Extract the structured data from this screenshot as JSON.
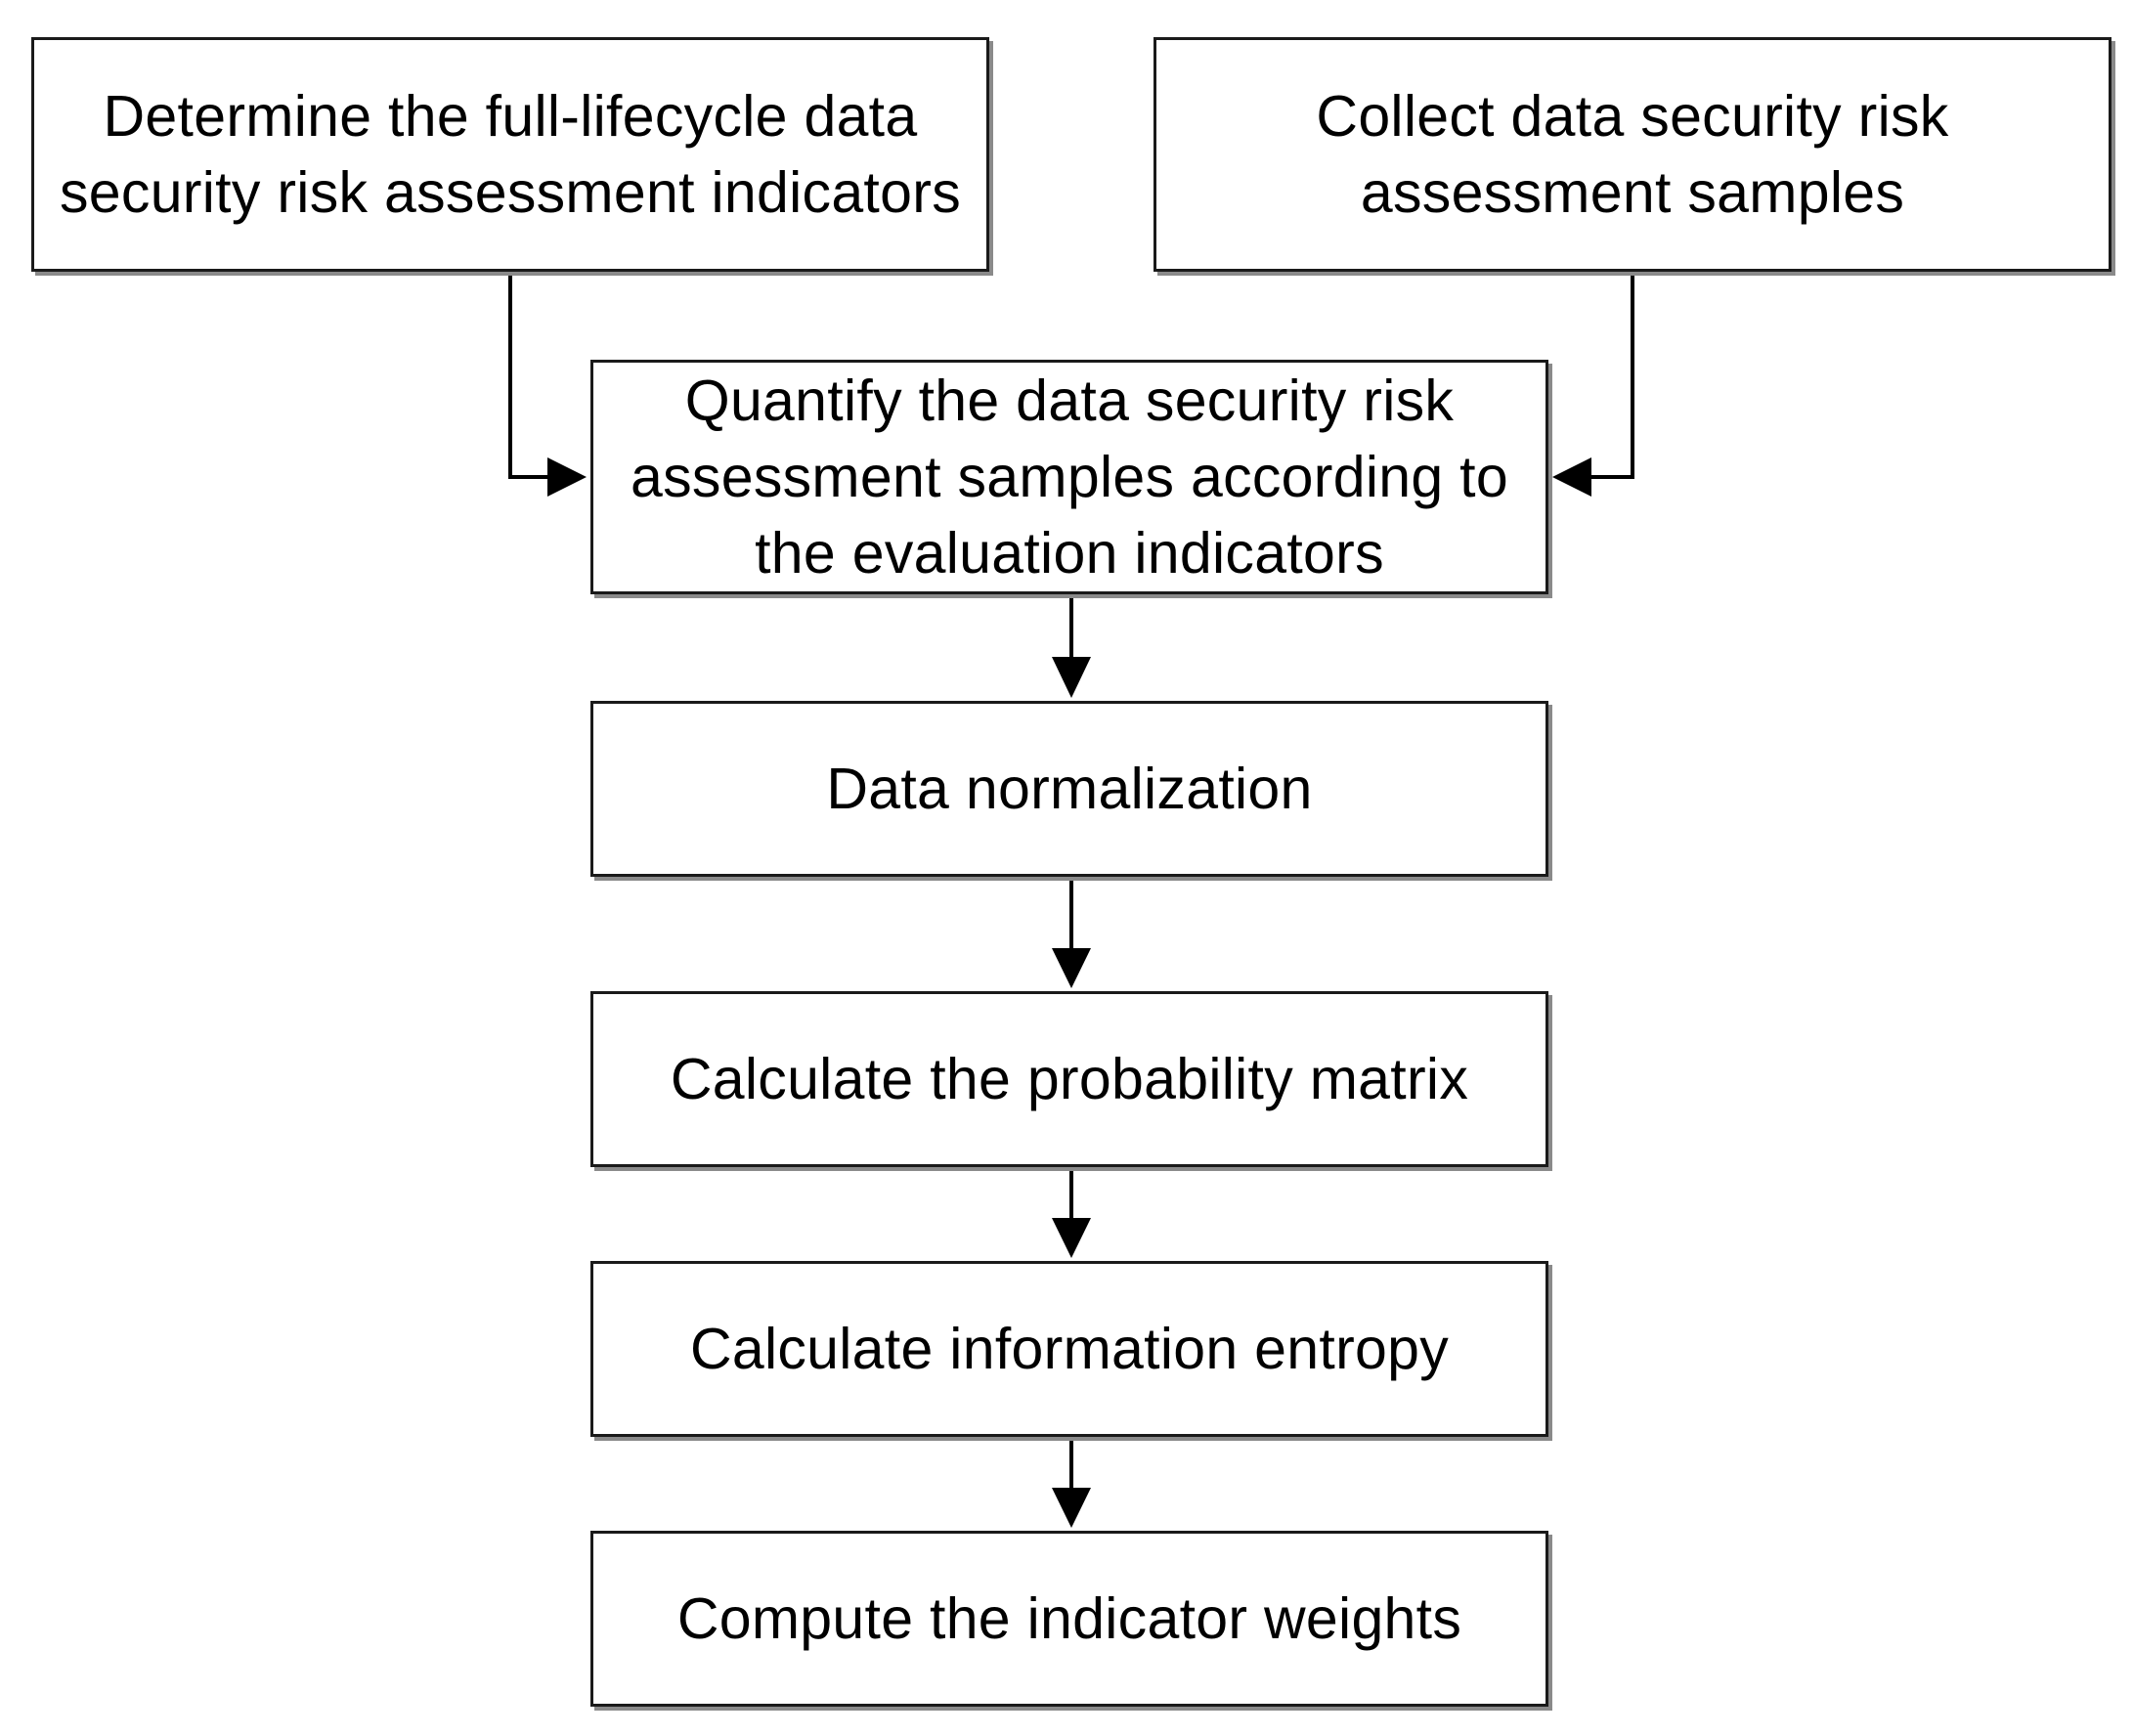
{
  "diagram": {
    "steps": [
      {
        "id": "determine-indicators",
        "label": "Determine the full-lifecycle data security risk assessment indicators"
      },
      {
        "id": "collect-samples",
        "label": "Collect data security risk assessment samples"
      },
      {
        "id": "quantify-samples",
        "label": "Quantify the data security risk assessment samples according to the evaluation indicators"
      },
      {
        "id": "data-normalization",
        "label": "Data normalization"
      },
      {
        "id": "probability-matrix",
        "label": "Calculate the probability matrix"
      },
      {
        "id": "information-entropy",
        "label": "Calculate information entropy"
      },
      {
        "id": "indicator-weights",
        "label": "Compute the indicator weights"
      }
    ],
    "edges": [
      {
        "from": "determine-indicators",
        "to": "quantify-samples"
      },
      {
        "from": "collect-samples",
        "to": "quantify-samples"
      },
      {
        "from": "quantify-samples",
        "to": "data-normalization"
      },
      {
        "from": "data-normalization",
        "to": "probability-matrix"
      },
      {
        "from": "probability-matrix",
        "to": "information-entropy"
      },
      {
        "from": "information-entropy",
        "to": "indicator-weights"
      }
    ]
  }
}
